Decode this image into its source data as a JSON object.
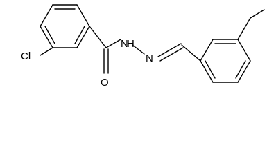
{
  "molecule": {
    "atoms": {
      "chlorine": "Cl",
      "oxygen": "O",
      "nitrogen_amide": "N",
      "hydrogen_amide": "H",
      "nitrogen_imine": "N"
    },
    "colors": {
      "bond": "#000000",
      "label": "#000000",
      "background": "#ffffff"
    }
  }
}
